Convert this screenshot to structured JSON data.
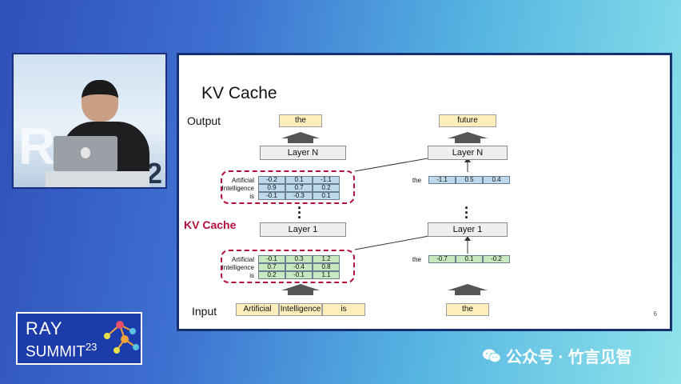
{
  "slide": {
    "title": "KV Cache",
    "output_label": "Output",
    "input_label": "Input",
    "kv_cache_label": "KV Cache",
    "page_number": "6",
    "left_column": {
      "output_token": "the",
      "layer_top": "Layer N",
      "layer_bottom": "Layer 1",
      "input_tokens": [
        "Artificial",
        "Intelligence",
        "is"
      ],
      "cache_top": {
        "rows": [
          {
            "token": "Artificial",
            "values": [
              "-0.2",
              "0.1",
              "-1.1"
            ]
          },
          {
            "token": "Intelligence",
            "values": [
              "0.9",
              "0.7",
              "0.2"
            ]
          },
          {
            "token": "is",
            "values": [
              "-0.1",
              "-0.3",
              "0.1"
            ]
          }
        ]
      },
      "cache_bottom": {
        "rows": [
          {
            "token": "Artificial",
            "values": [
              "-0.1",
              "0.3",
              "1.2"
            ]
          },
          {
            "token": "Intelligence",
            "values": [
              "0.7",
              "-0.4",
              "0.8"
            ]
          },
          {
            "token": "is",
            "values": [
              "0.2",
              "-0.1",
              "1.1"
            ]
          }
        ]
      }
    },
    "right_column": {
      "output_token": "future",
      "layer_top": "Layer N",
      "layer_bottom": "Layer 1",
      "input_token": "the",
      "row_top": {
        "token": "the",
        "values": [
          "-1.1",
          "0.5",
          "0.4"
        ]
      },
      "row_bottom": {
        "token": "the",
        "values": [
          "-0.7",
          "0.1",
          "-0.2"
        ]
      }
    }
  },
  "speaker_video": {
    "wall_text_1": "R",
    "wall_text_2": "S 2"
  },
  "logo": {
    "line1": "RAY",
    "line2": "SUMMIT",
    "year": "23"
  },
  "watermark": {
    "text": "公众号 · 竹言见智",
    "icon": "wechat-icon"
  },
  "colors": {
    "kv_accent": "#b0103a",
    "token_fill": "#fdeebc",
    "cache_blue": "#bfd9ec",
    "cache_green": "#c8e8c0",
    "logo_blue": "#1d3cab"
  }
}
